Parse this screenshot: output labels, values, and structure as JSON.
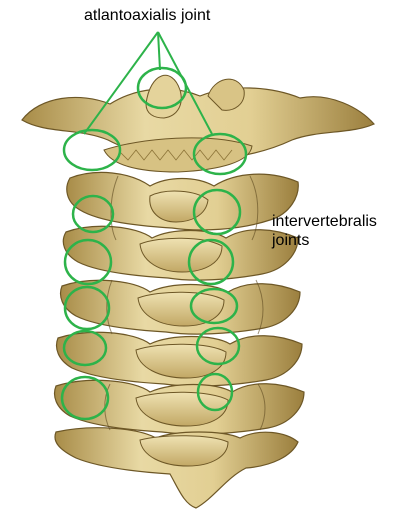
{
  "labels": {
    "atlantoaxial": "atlantoaxialis joint",
    "intervertebral_line1": "intervertebralis",
    "intervertebral_line2": "joints"
  },
  "colors": {
    "annotation_green": "#2db34a",
    "bone_light": "#e8d9a4",
    "bone_mid": "#d4bf80",
    "bone_shadow": "#8c7438",
    "bone_dark": "#5e4a1f",
    "background": "#ffffff"
  },
  "figure": {
    "subject": "cervical spine, anterior view",
    "annotated_joints": {
      "atlantoaxial_circles": 3,
      "intervertebral_circles": 10
    }
  }
}
